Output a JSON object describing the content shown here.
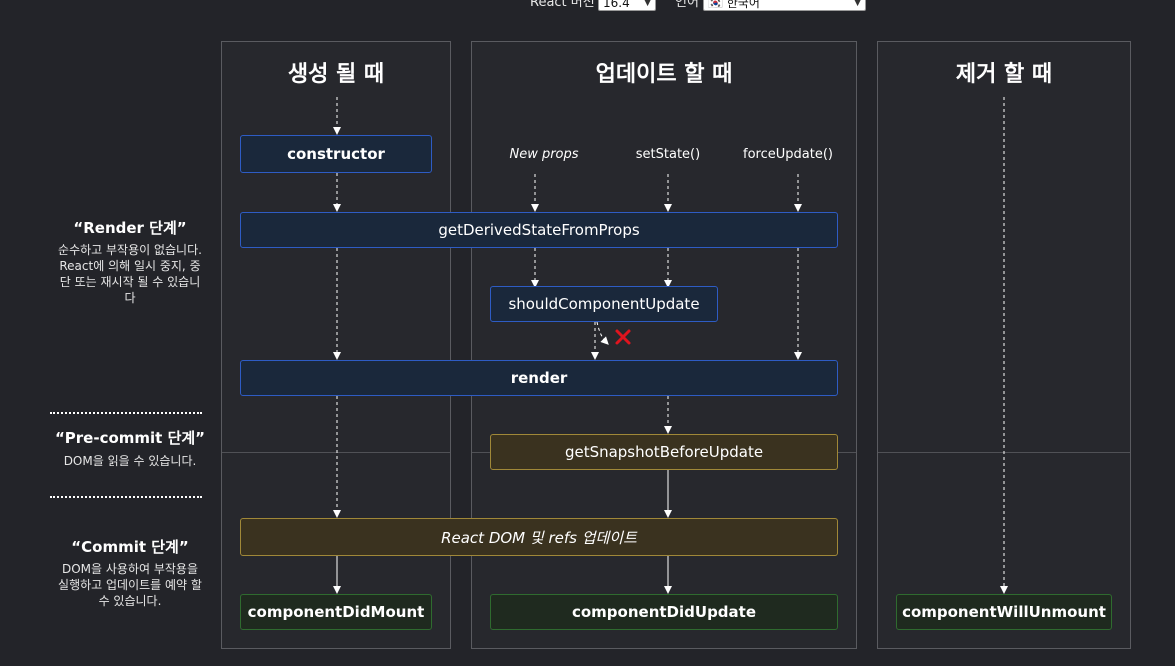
{
  "topbar": {
    "react_version_label": "React 버전",
    "react_version_value": "16.4",
    "language_label": "언어",
    "language_value": "🇰🇷 한국어"
  },
  "columns": {
    "mounting": "생성 될 때",
    "updating": "업데이트 할 때",
    "unmounting": "제거 할 때"
  },
  "phases": {
    "render": {
      "title": "“Render 단계”",
      "desc": "순수하고 부작용이 없습니다. React에 의해 일시 중지, 중단 또는 재시작 될 수 있습니다"
    },
    "precommit": {
      "title": "“Pre-commit 단계”",
      "desc": "DOM을 읽을 수 있습니다."
    },
    "commit": {
      "title": "“Commit 단계”",
      "desc": "DOM을 사용하여 부작용을 실행하고 업데이트를 예약 할 수 있습니다."
    }
  },
  "triggers": {
    "new_props": "New props",
    "set_state": "setState()",
    "force_update": "forceUpdate()"
  },
  "methods": {
    "constructor": "constructor",
    "get_derived_state": "getDerivedStateFromProps",
    "should_update": "shouldComponentUpdate",
    "render": "render",
    "snapshot": "getSnapshotBeforeUpdate",
    "react_dom": "React DOM 및 refs 업데이트",
    "did_mount": "componentDidMount",
    "did_update": "componentDidUpdate",
    "will_unmount": "componentWillUnmount"
  },
  "colors": {
    "render_phase_box": "#1a283b",
    "render_phase_border": "#2e5cc4",
    "precommit_box": "#3a321f",
    "commit_box_border": "#a08838",
    "lifecycle_end": "#1f2a1f",
    "cancel_mark": "#e0141e"
  }
}
